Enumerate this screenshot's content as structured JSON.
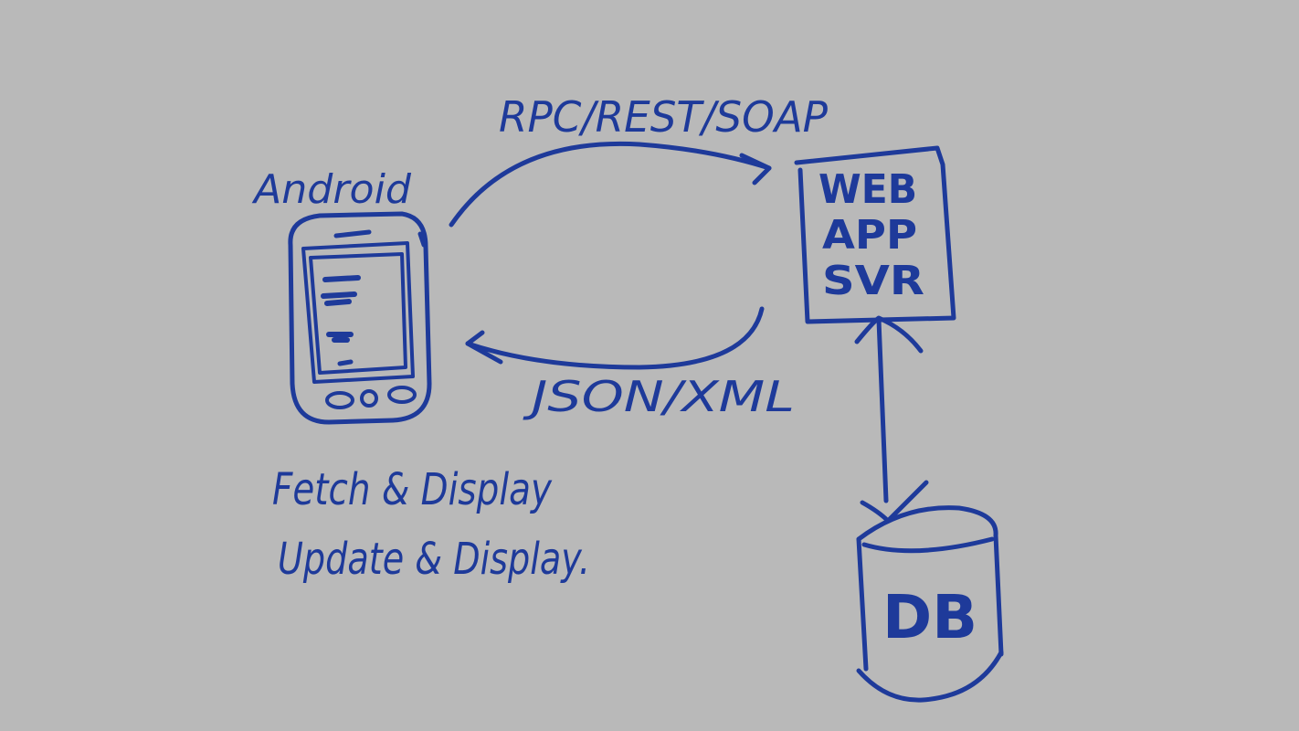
{
  "labels": {
    "android": "Android",
    "request": "RPC/REST/SOAP",
    "response": "JSON/XML",
    "server_line1": "WEB",
    "server_line2": "APP",
    "server_line3": "SVR",
    "database": "DB",
    "action1": "Fetch & Display",
    "action2": "Update & Display."
  },
  "colors": {
    "ink": "#1e3a9a",
    "background": "#b9b9b9"
  },
  "icons": {
    "device": "android-phone-icon",
    "database": "database-cylinder-icon"
  }
}
